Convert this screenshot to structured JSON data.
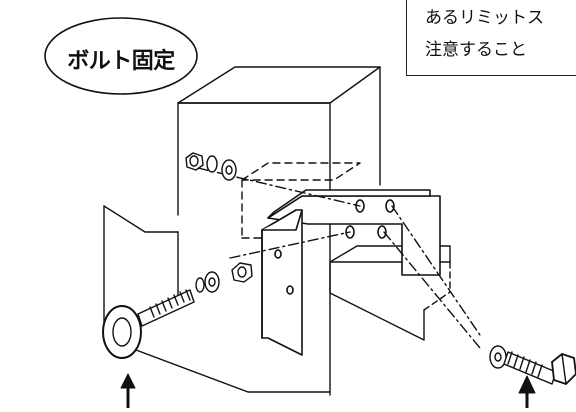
{
  "label_bubble": {
    "text": "ボルト固定"
  },
  "callout": {
    "line1": "あるリミットス",
    "line2": "注意すること"
  },
  "icons": {
    "eye_bolt": "eye-bolt-icon",
    "hex_bolt": "hex-bolt-icon",
    "hex_nut": "hex-nut-icon",
    "washer": "washer-icon",
    "arrow_up": "arrow-up-icon"
  },
  "colors": {
    "line": "#111111",
    "background": "#ffffff"
  }
}
